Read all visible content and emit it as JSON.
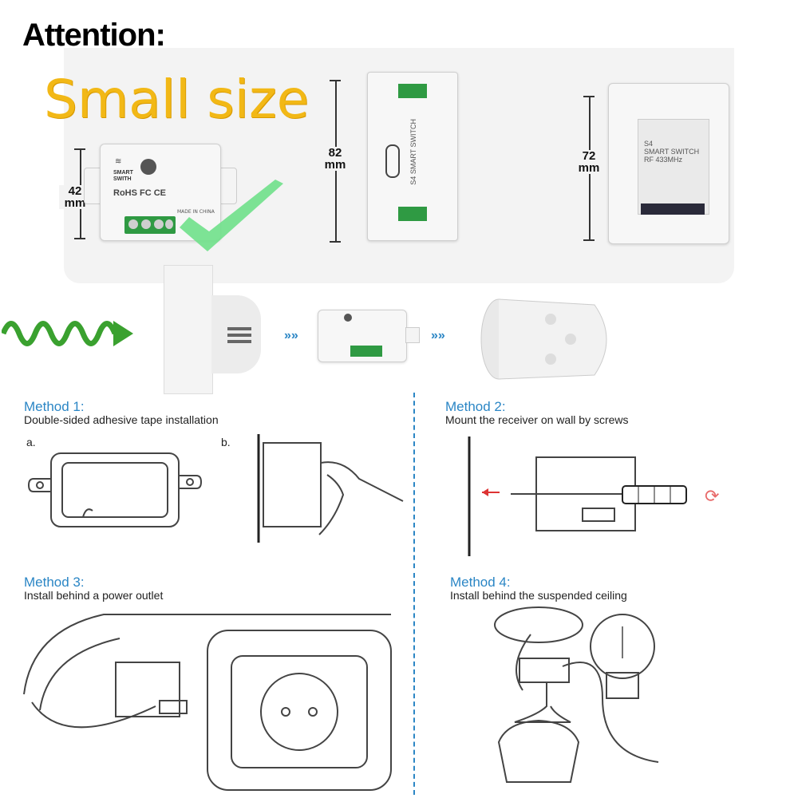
{
  "header": {
    "attention": "Attention:",
    "small_size": "Small size"
  },
  "products": [
    {
      "dimension": "42",
      "unit": "mm",
      "label_lines": [
        "SMART",
        "SWITH"
      ],
      "marks": "RoHS  FC  CE",
      "made_in": "MADE IN CHINA"
    },
    {
      "dimension": "82",
      "unit": "mm",
      "label_lines": [
        "S4",
        "SMART SWITCH"
      ]
    },
    {
      "dimension": "72",
      "unit": "mm",
      "label_lines": [
        "S4",
        "SMART SWITCH",
        "RF 433MHz"
      ]
    }
  ],
  "methods": [
    {
      "title": "Method 1:",
      "subtitle": "Double-sided adhesive tape installation",
      "steps": [
        "a.",
        "b."
      ]
    },
    {
      "title": "Method 2:",
      "subtitle": "Mount the receiver on wall by screws"
    },
    {
      "title": "Method 3:",
      "subtitle": "Install behind a power outlet"
    },
    {
      "title": "Method 4:",
      "subtitle": "Install behind the suspended ceiling"
    }
  ],
  "colors": {
    "accent_blue": "#2b86c5",
    "title_yellow": "#f2b816",
    "check_green": "#6fe08a",
    "wave_green": "#3aa12f"
  }
}
